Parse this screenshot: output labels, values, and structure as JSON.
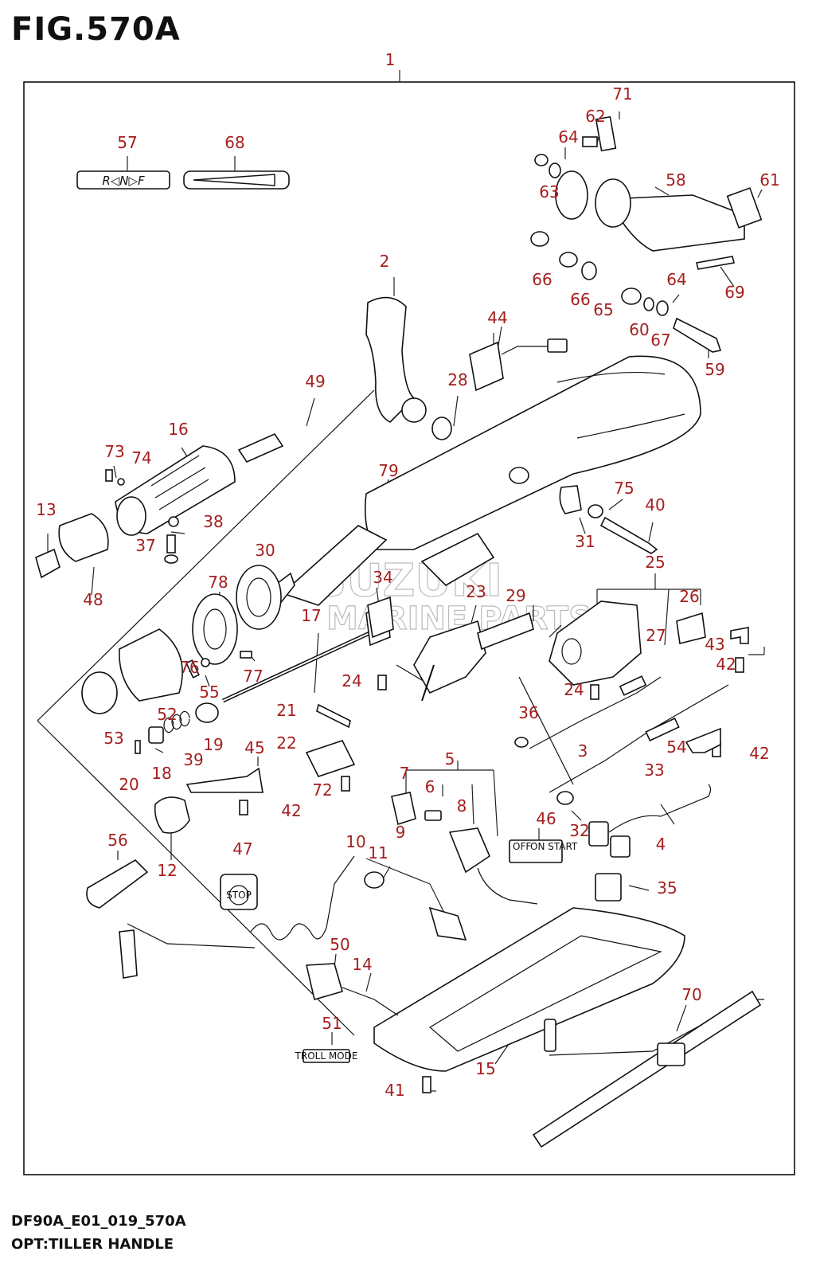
{
  "figure": {
    "title": "FIG.570A",
    "code": "DF90A_E01_019_570A",
    "caption": "OPT:TILLER HANDLE",
    "label_color": "#a51f1f"
  },
  "decals": {
    "shift": "R◁N▷F",
    "trollmode": "TROLL MODE",
    "stop": "STOP",
    "switch_left": "OFF",
    "switch_right": "ON START"
  },
  "watermark": {
    "line1": "SUZUKI",
    "line2": "MARINE PARTS"
  },
  "callouts": [
    {
      "n": "1",
      "label": "1"
    },
    {
      "n": "2",
      "label": "2"
    },
    {
      "n": "3",
      "label": "3"
    },
    {
      "n": "4",
      "label": "4"
    },
    {
      "n": "5",
      "label": "5"
    },
    {
      "n": "6",
      "label": "6"
    },
    {
      "n": "7",
      "label": "7"
    },
    {
      "n": "8",
      "label": "8"
    },
    {
      "n": "9",
      "label": "9"
    },
    {
      "n": "10",
      "label": "10"
    },
    {
      "n": "11",
      "label": "11"
    },
    {
      "n": "12",
      "label": "12"
    },
    {
      "n": "13",
      "label": "13"
    },
    {
      "n": "14",
      "label": "14"
    },
    {
      "n": "15",
      "label": "15"
    },
    {
      "n": "16",
      "label": "16"
    },
    {
      "n": "17",
      "label": "17"
    },
    {
      "n": "18",
      "label": "18"
    },
    {
      "n": "19",
      "label": "19"
    },
    {
      "n": "20",
      "label": "20"
    },
    {
      "n": "21",
      "label": "21"
    },
    {
      "n": "22",
      "label": "22"
    },
    {
      "n": "23",
      "label": "23"
    },
    {
      "n": "24a",
      "label": "24"
    },
    {
      "n": "24b",
      "label": "24"
    },
    {
      "n": "25",
      "label": "25"
    },
    {
      "n": "26",
      "label": "26"
    },
    {
      "n": "27",
      "label": "27"
    },
    {
      "n": "28",
      "label": "28"
    },
    {
      "n": "29",
      "label": "29"
    },
    {
      "n": "30",
      "label": "30"
    },
    {
      "n": "31",
      "label": "31"
    },
    {
      "n": "32",
      "label": "32"
    },
    {
      "n": "33",
      "label": "33"
    },
    {
      "n": "34",
      "label": "34"
    },
    {
      "n": "35",
      "label": "35"
    },
    {
      "n": "36",
      "label": "36"
    },
    {
      "n": "37",
      "label": "37"
    },
    {
      "n": "38",
      "label": "38"
    },
    {
      "n": "39",
      "label": "39"
    },
    {
      "n": "40",
      "label": "40"
    },
    {
      "n": "41",
      "label": "41"
    },
    {
      "n": "42a",
      "label": "42"
    },
    {
      "n": "42b",
      "label": "42"
    },
    {
      "n": "42c",
      "label": "42"
    },
    {
      "n": "43",
      "label": "43"
    },
    {
      "n": "44",
      "label": "44"
    },
    {
      "n": "45",
      "label": "45"
    },
    {
      "n": "46",
      "label": "46"
    },
    {
      "n": "47",
      "label": "47"
    },
    {
      "n": "48",
      "label": "48"
    },
    {
      "n": "49",
      "label": "49"
    },
    {
      "n": "50",
      "label": "50"
    },
    {
      "n": "51",
      "label": "51"
    },
    {
      "n": "52",
      "label": "52"
    },
    {
      "n": "53",
      "label": "53"
    },
    {
      "n": "54",
      "label": "54"
    },
    {
      "n": "55",
      "label": "55"
    },
    {
      "n": "56",
      "label": "56"
    },
    {
      "n": "57",
      "label": "57"
    },
    {
      "n": "58",
      "label": "58"
    },
    {
      "n": "59",
      "label": "59"
    },
    {
      "n": "60",
      "label": "60"
    },
    {
      "n": "61",
      "label": "61"
    },
    {
      "n": "62",
      "label": "62"
    },
    {
      "n": "63",
      "label": "63"
    },
    {
      "n": "64a",
      "label": "64"
    },
    {
      "n": "64b",
      "label": "64"
    },
    {
      "n": "65",
      "label": "65"
    },
    {
      "n": "66a",
      "label": "66"
    },
    {
      "n": "66b",
      "label": "66"
    },
    {
      "n": "67",
      "label": "67"
    },
    {
      "n": "68",
      "label": "68"
    },
    {
      "n": "69",
      "label": "69"
    },
    {
      "n": "70",
      "label": "70"
    },
    {
      "n": "71",
      "label": "71"
    },
    {
      "n": "72",
      "label": "72"
    },
    {
      "n": "73",
      "label": "73"
    },
    {
      "n": "74",
      "label": "74"
    },
    {
      "n": "75",
      "label": "75"
    },
    {
      "n": "76",
      "label": "76"
    },
    {
      "n": "77",
      "label": "77"
    },
    {
      "n": "78",
      "label": "78"
    },
    {
      "n": "79",
      "label": "79"
    }
  ]
}
